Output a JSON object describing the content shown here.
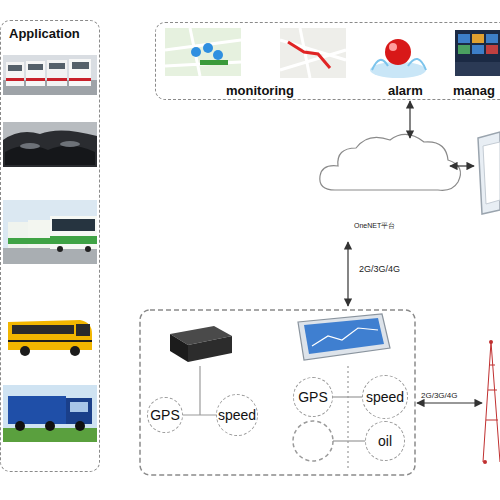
{
  "diagram": {
    "nodes": [
      {
        "text": [
          "Application"
        ]
      },
      {
        "text": [
          "monitoring",
          "alarm",
          "manag"
        ]
      },
      {
        "text": [
          "GPS"
        ]
      },
      {
        "text": [
          "speed"
        ]
      },
      {
        "text": [
          "GPS"
        ]
      },
      {
        "text": [
          "speed"
        ]
      },
      {
        "text": [
          "oil"
        ]
      }
    ],
    "edges": [
      {
        "from": 2,
        "to": 3,
        "arrow": "none"
      },
      {
        "from": 4,
        "to": 5,
        "arrow": "none"
      }
    ],
    "labels": [
      "OneNET平台",
      "2G/3G/4G",
      "2G/3G/4G"
    ]
  }
}
